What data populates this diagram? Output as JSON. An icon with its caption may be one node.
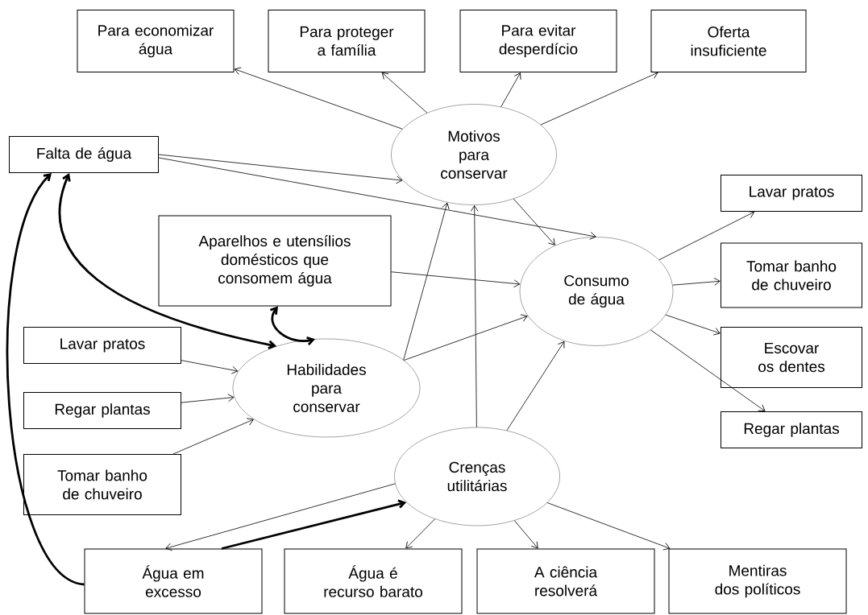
{
  "diagram": {
    "nodes": [
      {
        "text": [
          "Para economizar água"
        ]
      },
      {
        "text": [
          "Para proteger a família"
        ]
      },
      {
        "text": [
          "Para evitar desperdício"
        ]
      },
      {
        "text": [
          "Oferta insuficiente"
        ]
      },
      {
        "text": [
          "Motivos para conservar"
        ]
      },
      {
        "text": [
          "Falta de água"
        ]
      },
      {
        "text": [
          "Aparelhos e utensílios domésticos que consomem água"
        ]
      },
      {
        "text": [
          "Lavar pratos"
        ]
      },
      {
        "text": [
          "Tomar banho de chuveiro"
        ]
      },
      {
        "text": [
          "Consumo de água"
        ]
      },
      {
        "text": [
          "Escovar os dentes"
        ]
      },
      {
        "text": [
          "Regar plantas"
        ]
      },
      {
        "text": [
          "Lavar pratos"
        ]
      },
      {
        "text": [
          "Habilidades para conservar"
        ]
      },
      {
        "text": [
          "Regar plantas"
        ]
      },
      {
        "text": [
          "Tomar banho de chuveiro"
        ]
      },
      {
        "text": [
          "Crenças utilitárias"
        ]
      },
      {
        "text": [
          "Água em excesso"
        ]
      },
      {
        "text": [
          "Água é recurso barato"
        ]
      },
      {
        "text": [
          "A ciência resolverá"
        ]
      },
      {
        "text": [
          "Mentiras dos políticos"
        ]
      }
    ],
    "edges": [
      {
        "from": 4,
        "to": 0,
        "arrow": "to"
      },
      {
        "from": 4,
        "to": 1,
        "arrow": "to"
      },
      {
        "from": 4,
        "to": 2,
        "arrow": "to"
      },
      {
        "from": 4,
        "to": 3,
        "arrow": "to"
      },
      {
        "from": 5,
        "to": 4,
        "arrow": "to"
      },
      {
        "from": 5,
        "to": 9,
        "arrow": "to"
      },
      {
        "from": 4,
        "to": 9,
        "arrow": "to"
      },
      {
        "from": 6,
        "to": 9,
        "arrow": "to"
      },
      {
        "from": 13,
        "to": 4,
        "arrow": "to"
      },
      {
        "from": 16,
        "to": 4,
        "arrow": "to"
      },
      {
        "from": 12,
        "to": 13,
        "arrow": "to"
      },
      {
        "from": 14,
        "to": 13,
        "arrow": "to"
      },
      {
        "from": 15,
        "to": 13,
        "arrow": "to"
      },
      {
        "from": 13,
        "to": 9,
        "arrow": "to"
      },
      {
        "from": 16,
        "to": 9,
        "arrow": "to"
      },
      {
        "from": 9,
        "to": 7,
        "arrow": "to"
      },
      {
        "from": 9,
        "to": 8,
        "arrow": "to"
      },
      {
        "from": 9,
        "to": 10,
        "arrow": "to"
      },
      {
        "from": 9,
        "to": 11,
        "arrow": "to"
      },
      {
        "from": 16,
        "to": 17,
        "arrow": "to"
      },
      {
        "from": 16,
        "to": 18,
        "arrow": "to"
      },
      {
        "from": 16,
        "to": 19,
        "arrow": "to"
      },
      {
        "from": 16,
        "to": 20,
        "arrow": "to"
      },
      {
        "from": 17,
        "to": 16,
        "arrow": "to",
        "style": "thick"
      },
      {
        "from": 17,
        "to": 5,
        "arrow": "to",
        "style": "thick"
      },
      {
        "from": 5,
        "to": 13,
        "arrow": "both",
        "style": "thick"
      },
      {
        "from": 6,
        "to": 13,
        "arrow": "both",
        "style": "thick"
      }
    ]
  }
}
